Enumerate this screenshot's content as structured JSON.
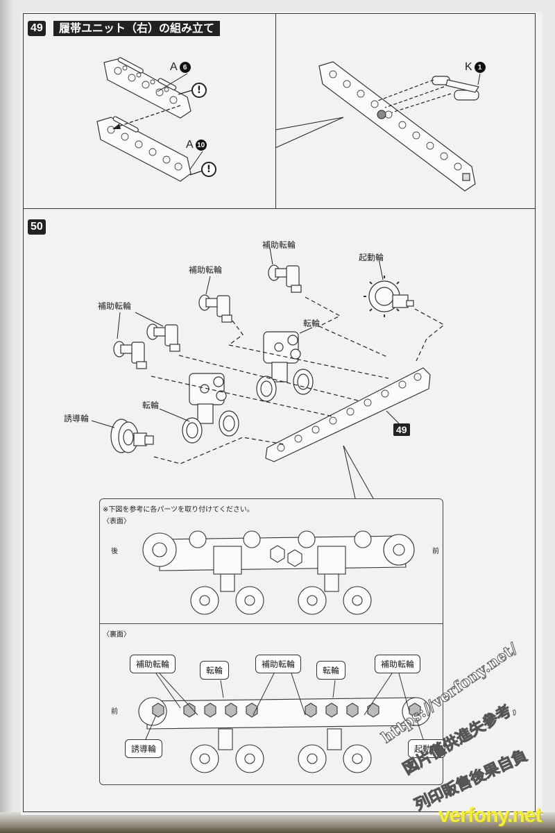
{
  "step49": {
    "number": "49",
    "title": "履帯ユニット（右）の組み立て",
    "parts": [
      {
        "letter": "A",
        "num": "6"
      },
      {
        "letter": "A",
        "num": "10"
      },
      {
        "letter": "K",
        "num": "1"
      }
    ],
    "warning_symbol": "!"
  },
  "step50": {
    "number": "50",
    "labels": {
      "idler_support_1": "補助転輪",
      "idler_support_2": "補助転輪",
      "idler_support_3": "補助転輪",
      "sprocket": "起動輪",
      "road_wheel_1": "転輪",
      "road_wheel_2": "転輪",
      "idler": "誘導輪"
    },
    "assembly_ref": "49",
    "reference": {
      "note": "※下図を参考に各パーツを取り付けてください。",
      "front_side_label": "〈表面〉",
      "back_side_label": "〈裏面〉",
      "rear": "後",
      "front": "前",
      "front_back": "前",
      "callouts": [
        "補助転輪",
        "転輪",
        "補助転輪",
        "転輪",
        "補助転輪"
      ],
      "bottom_callouts": {
        "left": "誘導輪",
        "right": "起動輪"
      }
    }
  },
  "watermarks": {
    "url": "https://verfony.net/",
    "line2": "図片僅供進失參考,",
    "line3": "列印販售後果自負",
    "footer": "verfony.net"
  },
  "colors": {
    "ink": "#222222",
    "paper": "#f2f2f0",
    "watermark_yellow": "#f4ee3a"
  }
}
